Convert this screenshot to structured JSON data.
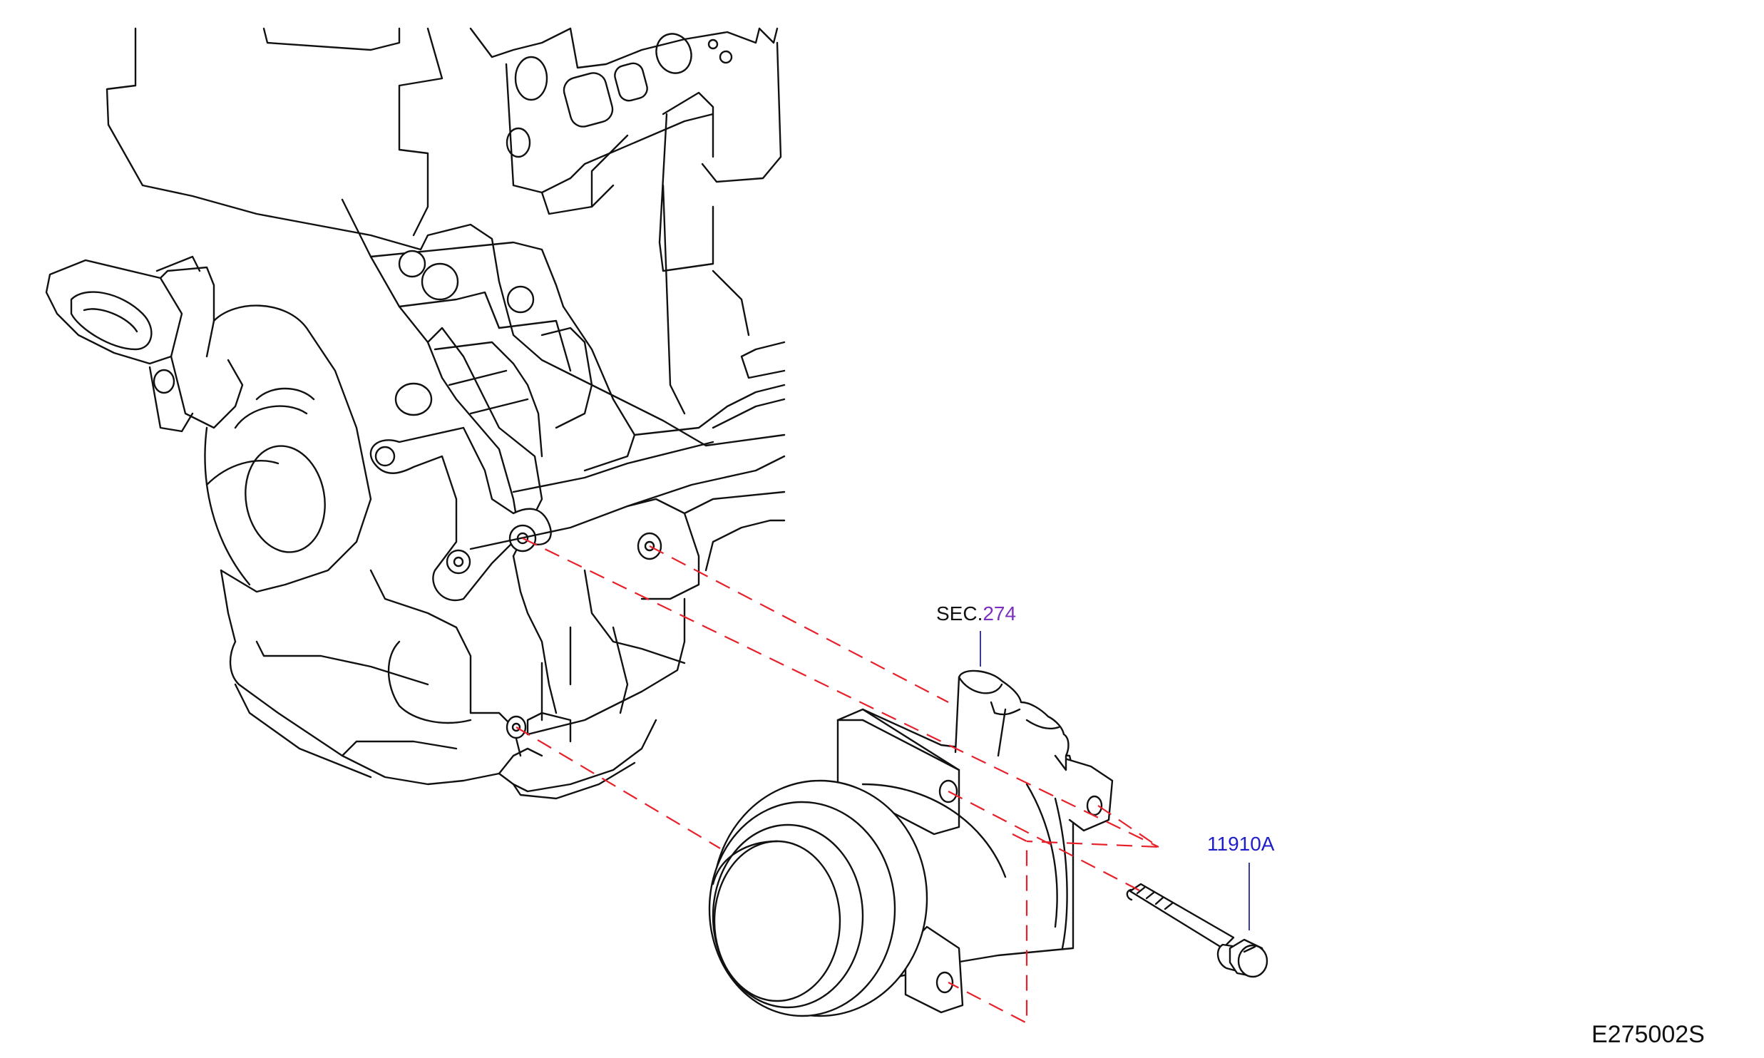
{
  "diagram": {
    "sec_ref": {
      "prefix": "SEC.",
      "number": "274"
    },
    "part_number": "11910A",
    "figure_code": "E275002S"
  },
  "colors": {
    "line": "#111111",
    "dash": "#e8202a",
    "sec_prefix": "#111111",
    "sec_number": "#7b2fbf",
    "part_label": "#1f1fc8",
    "leader": "#3b3b9a"
  },
  "icons": [
    "engine-block-drawing",
    "ac-compressor-drawing",
    "bolt-drawing"
  ]
}
